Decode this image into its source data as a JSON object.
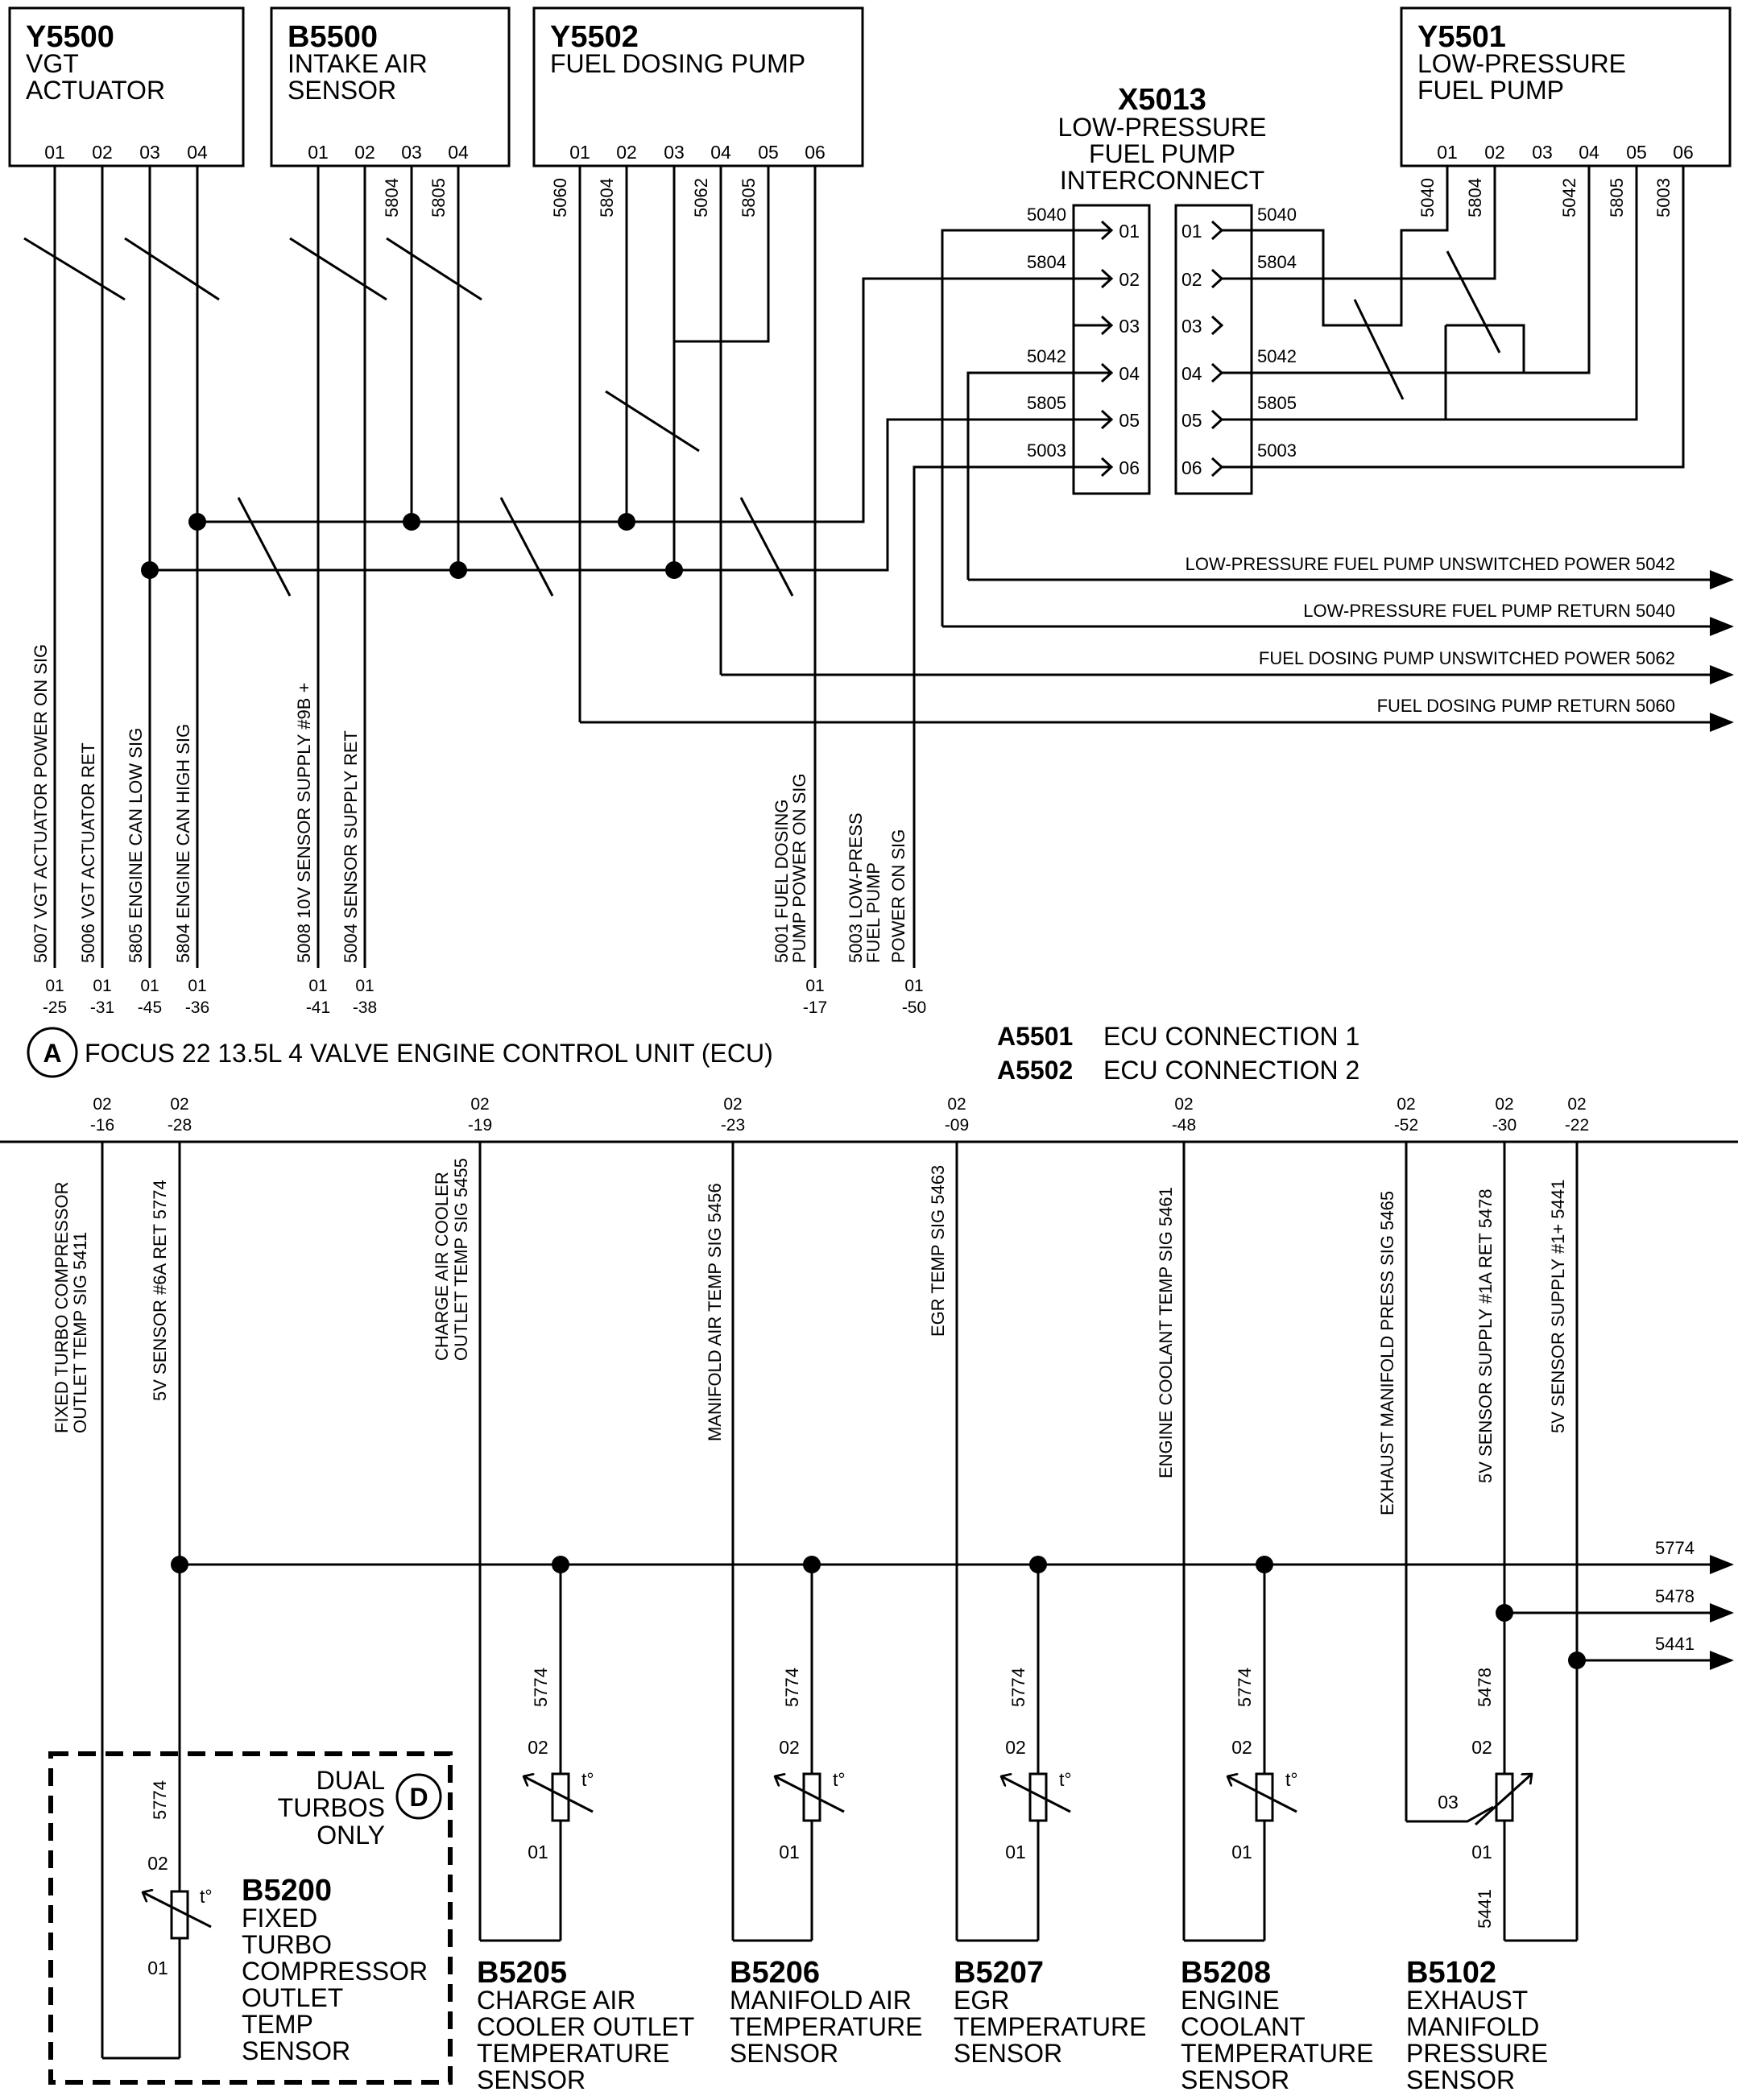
{
  "components": {
    "y5500": {
      "id": "Y5500",
      "name1": "VGT",
      "name2": "ACTUATOR",
      "pins": [
        "01",
        "02",
        "03",
        "04"
      ]
    },
    "b5500": {
      "id": "B5500",
      "name1": "INTAKE AIR",
      "name2": "SENSOR",
      "pins": [
        "01",
        "02",
        "03",
        "04"
      ]
    },
    "y5502": {
      "id": "Y5502",
      "name1": "FUEL DOSING PUMP",
      "pins": [
        "01",
        "02",
        "03",
        "04",
        "05",
        "06"
      ]
    },
    "y5501": {
      "id": "Y5501",
      "name1": "LOW-PRESSURE",
      "name2": "FUEL PUMP",
      "pins": [
        "01",
        "02",
        "03",
        "04",
        "05",
        "06"
      ]
    },
    "x5013": {
      "id": "X5013",
      "name1": "LOW-PRESSURE",
      "name2": "FUEL PUMP",
      "name3": "INTERCONNECT",
      "pins": [
        "01",
        "02",
        "03",
        "04",
        "05",
        "06"
      ],
      "left_wires": [
        "5040",
        "5804",
        "5042",
        "5805",
        "5003"
      ],
      "right_wires": [
        "5040",
        "5804",
        "5042",
        "5805",
        "5003"
      ]
    }
  },
  "top_wire_numbers": {
    "b5500": [
      "5804",
      "5805"
    ],
    "y5502": [
      "5060",
      "5804",
      "5062",
      "5805"
    ],
    "y5501": [
      "5040",
      "5804",
      "5042",
      "5805",
      "5003"
    ]
  },
  "arrow_labels": [
    "LOW-PRESSURE FUEL PUMP UNSWITCHED POWER 5042",
    "LOW-PRESSURE FUEL PUMP RETURN 5040",
    "FUEL DOSING PUMP UNSWITCHED POWER 5062",
    "FUEL DOSING PUMP RETURN 5060"
  ],
  "ecu_top_circuits": [
    "5007 VGT ACTUATOR POWER ON SIG",
    "5006 VGT ACTUATOR RET",
    "5805 ENGINE CAN LOW SIG",
    "5804 ENGINE CAN HIGH SIG",
    "5008 10V SENSOR SUPPLY #9B +",
    "5004 SENSOR SUPPLY RET",
    "5001 FUEL DOSING",
    "PUMP POWER ON SIG",
    "5003 LOW-PRESS",
    "FUEL PUMP",
    "POWER ON SIG"
  ],
  "ecu_top_pins": [
    {
      "a": "01",
      "b": "-25"
    },
    {
      "a": "01",
      "b": "-31"
    },
    {
      "a": "01",
      "b": "-45"
    },
    {
      "a": "01",
      "b": "-36"
    },
    {
      "a": "01",
      "b": "-41"
    },
    {
      "a": "01",
      "b": "-38"
    },
    {
      "a": "01",
      "b": "-17"
    },
    {
      "a": "01",
      "b": "-50"
    }
  ],
  "ecu": {
    "callout": "A",
    "title": "FOCUS 22 13.5L 4 VALVE ENGINE CONTROL UNIT (ECU)",
    "conn1_id": "A5501",
    "conn1_text": "ECU CONNECTION 1",
    "conn2_id": "A5502",
    "conn2_text": "ECU CONNECTION 2"
  },
  "ecu_bottom_pins": [
    {
      "a": "02",
      "b": "-16"
    },
    {
      "a": "02",
      "b": "-28"
    },
    {
      "a": "02",
      "b": "-19"
    },
    {
      "a": "02",
      "b": "-23"
    },
    {
      "a": "02",
      "b": "-09"
    },
    {
      "a": "02",
      "b": "-48"
    },
    {
      "a": "02",
      "b": "-52"
    },
    {
      "a": "02",
      "b": "-30"
    },
    {
      "a": "02",
      "b": "-22"
    }
  ],
  "ecu_bottom_circuits": [
    "FIXED TURBO COMPRESSOR",
    "OUTLET TEMP SIG 5411",
    "5V SENSOR #6A RET 5774",
    "CHARGE AIR COOLER",
    "OUTLET TEMP SIG 5455",
    "MANIFOLD AIR TEMP SIG 5456",
    "EGR TEMP SIG 5463",
    "ENGINE COOLANT TEMP SIG 5461",
    "EXHAUST MANIFOLD PRESS SIG 5465",
    "5V SENSOR SUPPLY #1A RET 5478",
    "5V SENSOR SUPPLY #1+ 5441"
  ],
  "bus_labels": [
    "5774",
    "5478",
    "5441"
  ],
  "sensor_pins": {
    "p01": "01",
    "p02": "02",
    "p03": "03",
    "temp": "t°"
  },
  "sensor_wires": {
    "w5774": "5774",
    "w5478": "5478",
    "w5441": "5441"
  },
  "sensors": [
    {
      "id": "B5205",
      "lines": [
        "CHARGE AIR",
        "COOLER OUTLET",
        "TEMPERATURE",
        "SENSOR"
      ]
    },
    {
      "id": "B5206",
      "lines": [
        "MANIFOLD AIR",
        "TEMPERATURE",
        "SENSOR"
      ]
    },
    {
      "id": "B5207",
      "lines": [
        "EGR",
        "TEMPERATURE",
        "SENSOR"
      ]
    },
    {
      "id": "B5208",
      "lines": [
        "ENGINE",
        "COOLANT",
        "TEMPERATURE",
        "SENSOR"
      ]
    },
    {
      "id": "B5102",
      "lines": [
        "EXHAUST",
        "MANIFOLD",
        "PRESSURE",
        "SENSOR"
      ]
    }
  ],
  "b5200": {
    "id": "B5200",
    "lines": [
      "FIXED",
      "TURBO",
      "COMPRESSOR",
      "OUTLET",
      "TEMP",
      "SENSOR"
    ]
  },
  "dual_note": {
    "lines": [
      "DUAL",
      "TURBOS",
      "ONLY"
    ],
    "callout": "D"
  }
}
